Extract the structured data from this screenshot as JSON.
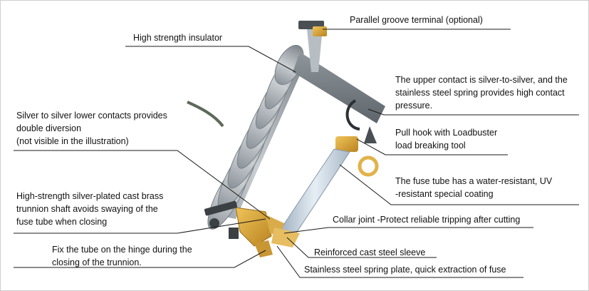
{
  "diagram": {
    "labels": {
      "parallel_groove": [
        "Parallel groove terminal (optional)"
      ],
      "insulator": [
        "High strength insulator"
      ],
      "upper_contact": [
        "The upper contact is silver-to-silver, and the",
        "stainless steel spring provides high contact",
        "pressure."
      ],
      "lower_contacts": [
        "Silver to silver lower contacts provides",
        "double diversion",
        "(not visible in the illustration)"
      ],
      "pull_hook": [
        "Pull hook with Loadbuster",
        "load breaking tool"
      ],
      "fuse_tube": [
        "The fuse tube has a water-resistant, UV",
        "-resistant special coating"
      ],
      "trunnion_shaft": [
        "High-strength silver-plated cast brass",
        "trunnion shaft avoids swaying of the",
        "fuse tube when closing"
      ],
      "collar_joint": [
        "Collar joint -Protect reliable tripping after cutting"
      ],
      "fix_tube": [
        "Fix the tube on the hinge during the",
        "closing of the trunnion."
      ],
      "cast_steel_sleeve": [
        "Reinforced cast steel sleeve"
      ],
      "spring_plate": [
        "Stainless steel spring plate, quick extraction of fuse"
      ]
    }
  }
}
